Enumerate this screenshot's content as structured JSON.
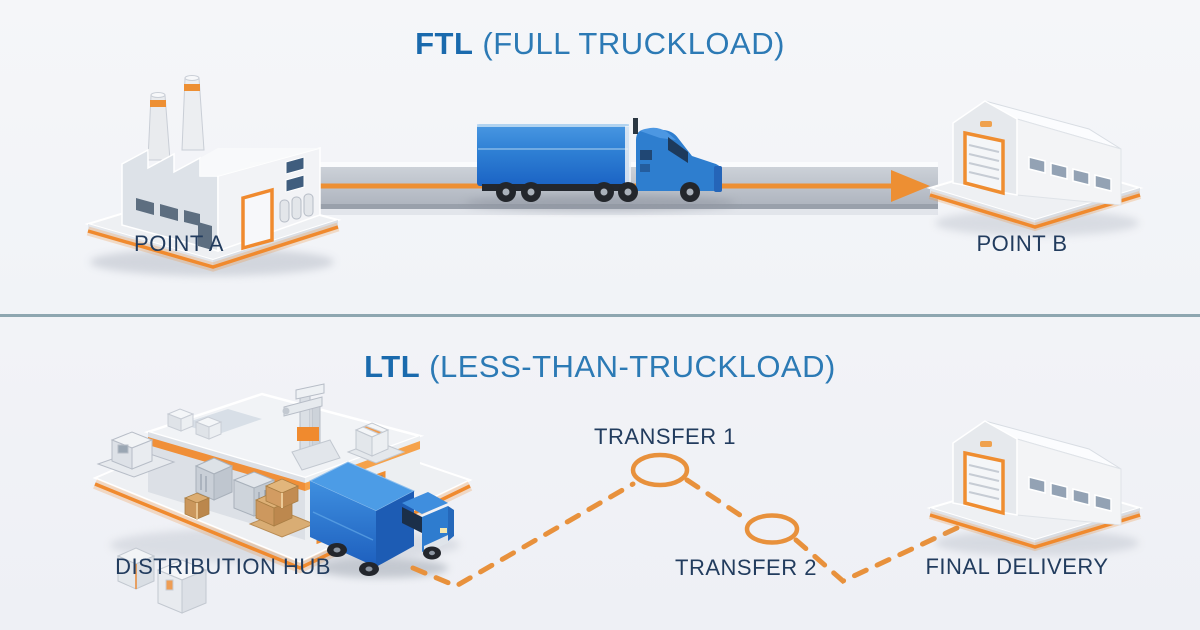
{
  "colors": {
    "accent_orange": "#ED8F33",
    "brand_blue_bold": "#1A6AAD",
    "brand_blue": "#2C7AB5",
    "label_navy": "#223C5E",
    "divider": "#8EA6B0",
    "truck_blue": "#2E7FD2",
    "road_gray": "#B9BFC8"
  },
  "ftl": {
    "abbr": "FTL",
    "rest": "(FULL TRUCKLOAD)",
    "point_a": "POINT A",
    "point_b": "POINT B"
  },
  "ltl": {
    "abbr": "LTL",
    "rest": "(LESS-THAN-TRUCKLOAD)",
    "hub": "DISTRIBUTION HUB",
    "transfer_1": "TRANSFER 1",
    "transfer_2": "TRANSFER 2",
    "final": "FINAL DELIVERY"
  }
}
